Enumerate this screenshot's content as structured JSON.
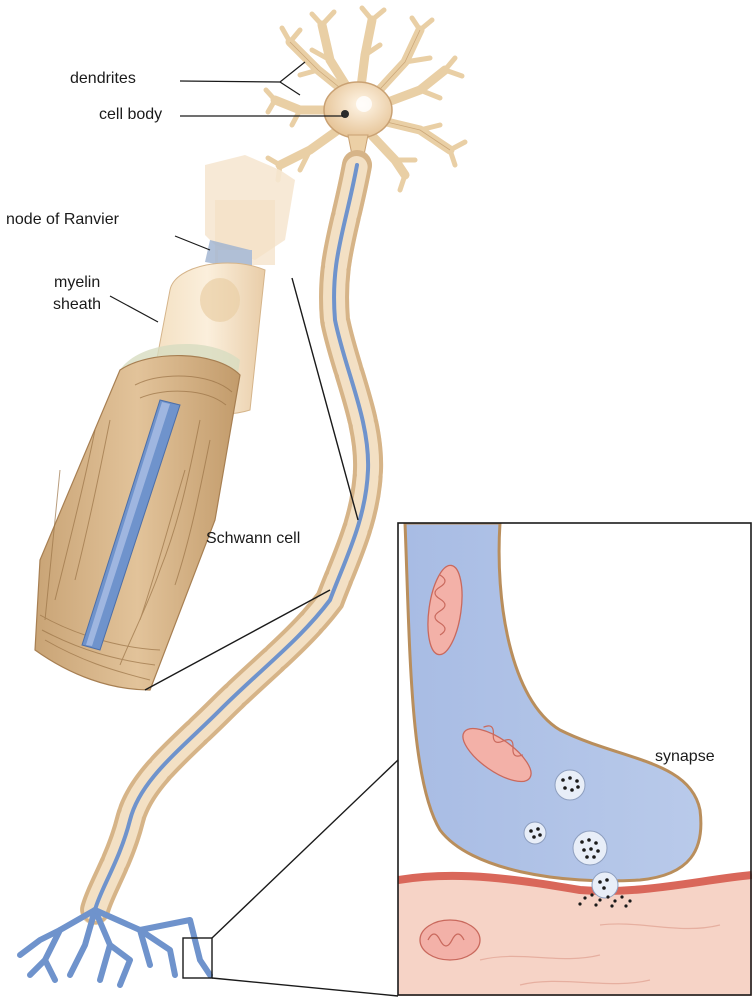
{
  "labels": {
    "dendrites": "dendrites",
    "cell_body": "cell body",
    "node_of_ranvier": "node of Ranvier",
    "myelin_line1": "myelin",
    "myelin_line2": "sheath",
    "schwann_cell": "Schwann cell",
    "synapse": "synapse"
  },
  "colors": {
    "axon_blue": "#6f93cc",
    "axon_blue_light": "#a9bde4",
    "myelin_tan": "#e7c9a2",
    "myelin_dark": "#c89c69",
    "cell_body": "#f0d7b2",
    "mitochondria": "#f3b1a8",
    "muscle_pink": "#f6d0c4",
    "muscle_red": "#d9675a"
  }
}
